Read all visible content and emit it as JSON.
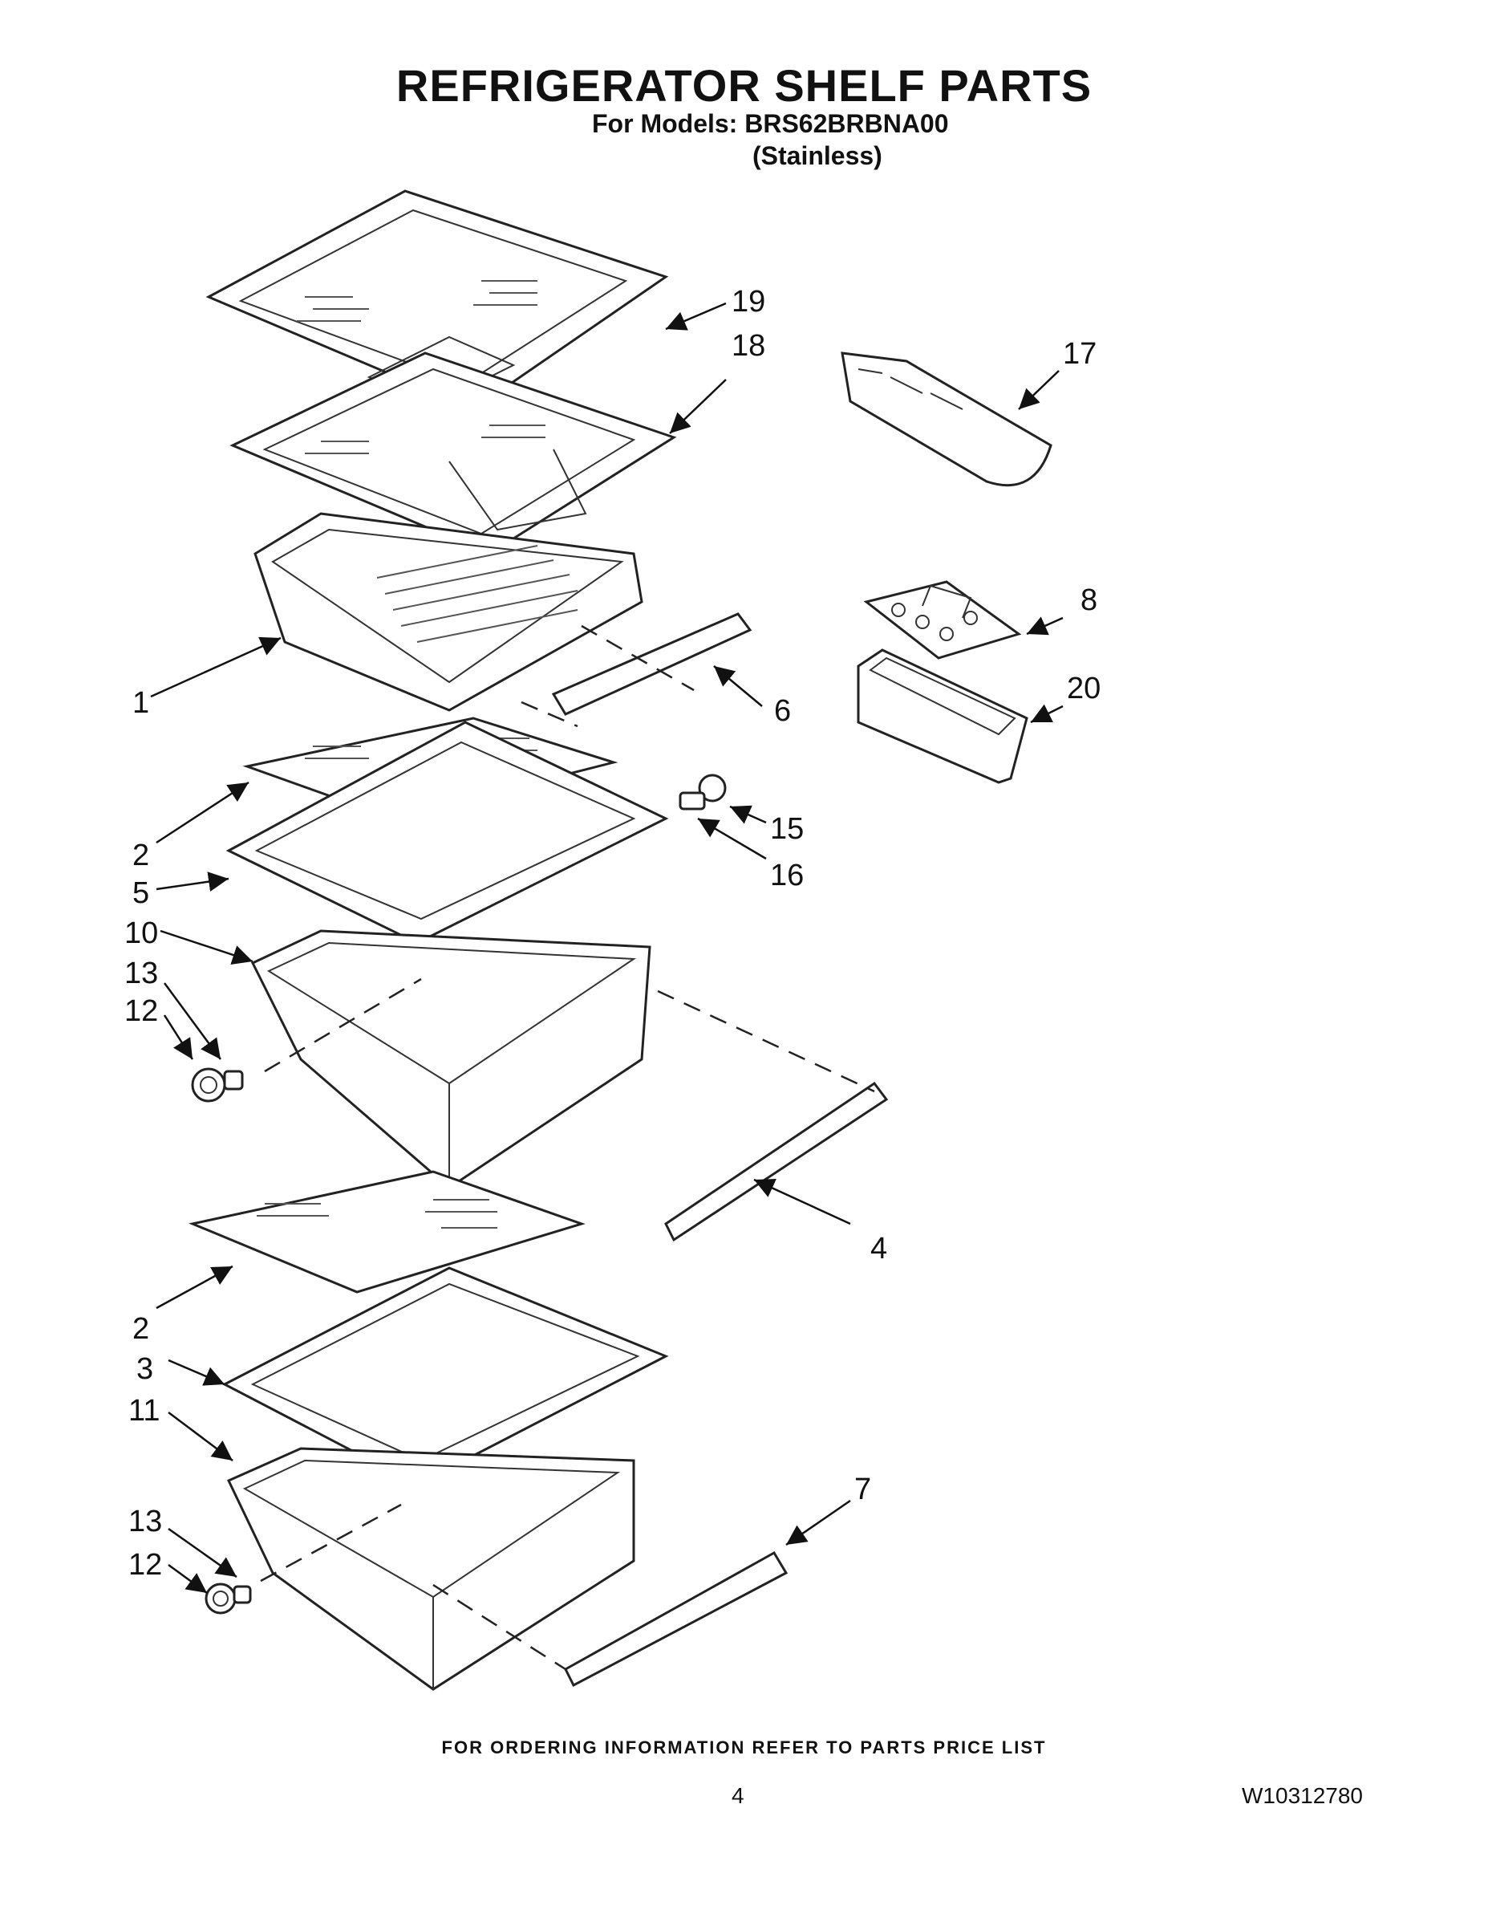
{
  "header": {
    "title": "REFRIGERATOR SHELF PARTS",
    "models": "For Models: BRS62BRBNA00",
    "variant": "(Stainless)"
  },
  "callouts": [
    "19",
    "18",
    "17",
    "1",
    "6",
    "8",
    "20",
    "2",
    "15",
    "16",
    "5",
    "10",
    "13",
    "12",
    "4",
    "2",
    "3",
    "11",
    "7",
    "13",
    "12"
  ],
  "footer": {
    "note": "FOR ORDERING INFORMATION REFER TO PARTS PRICE LIST",
    "page": "4",
    "doc_number": "W10312780"
  }
}
